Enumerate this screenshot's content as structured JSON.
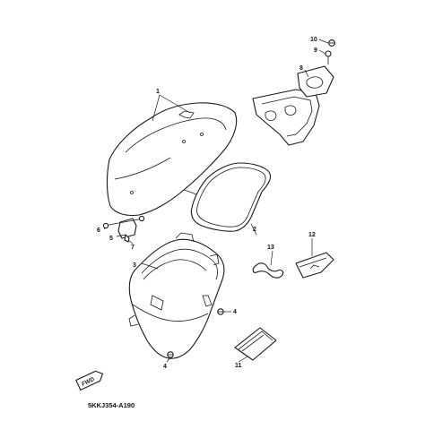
{
  "diagram": {
    "callouts": [
      "1",
      "2",
      "3",
      "4",
      "4",
      "5",
      "6",
      "7",
      "8",
      "9",
      "10",
      "11",
      "12",
      "13"
    ],
    "fwd_badge": "FWD",
    "code": "5KKJ354-A190"
  }
}
